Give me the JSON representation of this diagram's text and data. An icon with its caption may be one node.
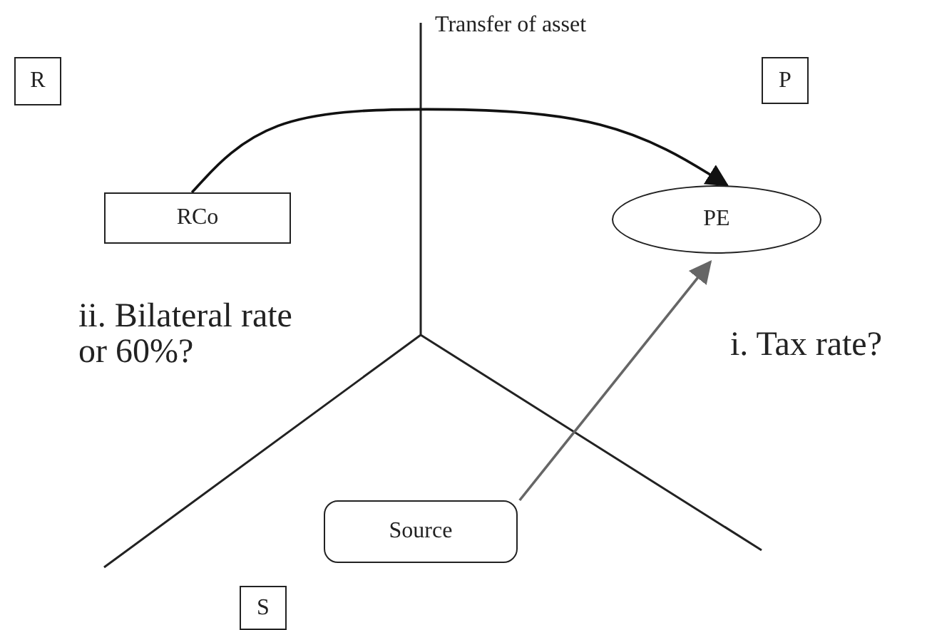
{
  "diagram": {
    "nodes": [
      {
        "text": [
          "R"
        ]
      },
      {
        "text": [
          "P"
        ]
      },
      {
        "text": [
          "RCo"
        ]
      },
      {
        "text": [
          "PE"
        ]
      },
      {
        "text": [
          "Source"
        ]
      },
      {
        "text": [
          "S"
        ]
      }
    ],
    "edges": [
      {
        "from": 2,
        "to": 3,
        "arrow": "to"
      },
      {
        "from": 4,
        "to": 3,
        "arrow": "to",
        "color": "#666666"
      }
    ],
    "labels": [
      "Transfer of asset",
      "ii. Bilateral rate or 60%?",
      "i. Tax rate?"
    ]
  }
}
